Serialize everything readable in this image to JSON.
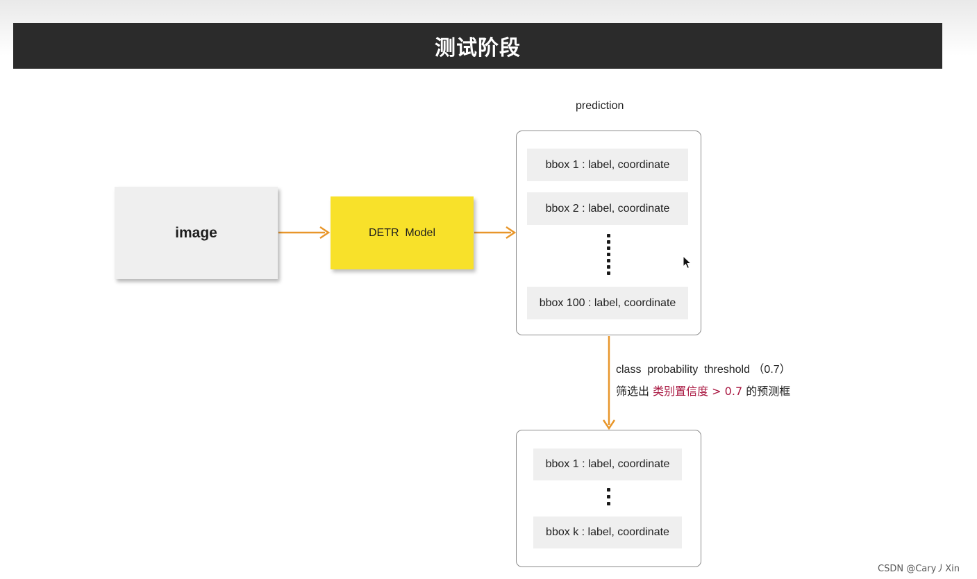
{
  "header": {
    "title": "测试阶段"
  },
  "diagram": {
    "input_label": "image",
    "model_label": "DETR  Model",
    "prediction_caption": "prediction",
    "prediction_rows": [
      "bbox 1 : label, coordinate",
      "bbox 2 : label, coordinate",
      "bbox 100 : label, coordinate"
    ],
    "threshold": {
      "line1": "class  probability  threshold （0.7）",
      "line2_prefix": "筛选出 ",
      "line2_highlight": "类别置信度 > 0.7",
      "line2_suffix": " 的预测框"
    },
    "filtered_rows": [
      "bbox 1 : label, coordinate",
      "bbox k : label, coordinate"
    ],
    "arrow_color": "#e8962a",
    "highlight_color": "#a8153f"
  },
  "watermark": "CSDN @Cary丿Xin"
}
